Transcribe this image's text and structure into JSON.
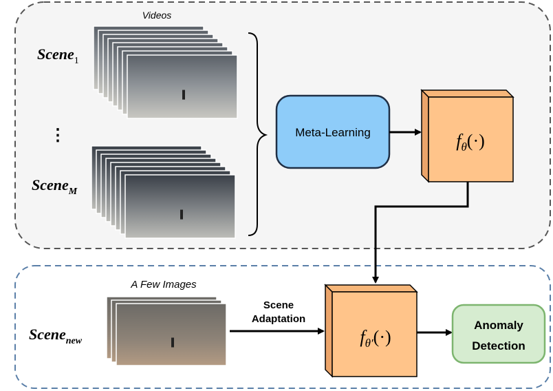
{
  "top_region": {
    "videos_label": "Videos",
    "scene_1": {
      "base": "Scene",
      "sub": "1"
    },
    "ellipsis": "⋮",
    "scene_m": {
      "base": "Scene",
      "sub": "M"
    },
    "meta_learning_label": "Meta-Learning",
    "model": {
      "f": "f",
      "sub": "θ",
      "args": "(·)"
    }
  },
  "bottom_region": {
    "few_images_label": "A Few Images",
    "scene_new": {
      "base": "Scene",
      "sub": "new"
    },
    "scene_adaptation_line1": "Scene",
    "scene_adaptation_line2": "Adaptation",
    "adapted_model": {
      "f": "f",
      "sub": "θ′",
      "args": "(·)"
    },
    "anomaly_line1": "Anomaly",
    "anomaly_line2": "Detection"
  },
  "colors": {
    "meta_fill": "#8ECCF9",
    "meta_stroke": "#1F2F45",
    "cube_front": "#FFC48A",
    "cube_side": "#EBA46A",
    "cube_top": "#F6B679",
    "anomaly_fill": "#D6ECD0",
    "anomaly_stroke": "#7DB56F",
    "top_region_fill": "#F5F5F5",
    "top_region_stroke": "#555555",
    "bottom_region_stroke": "#5A7FA8"
  }
}
